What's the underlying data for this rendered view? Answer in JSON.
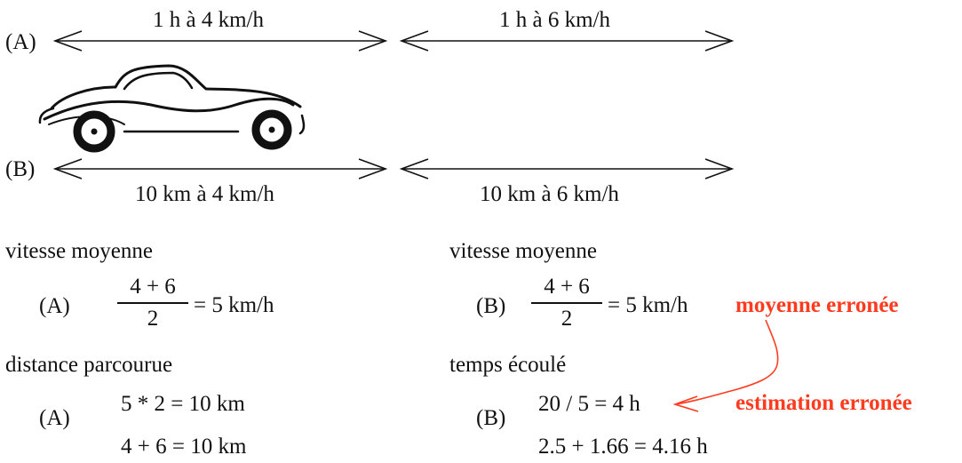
{
  "scenario_A": {
    "label": "(A)",
    "segment1": "1 h à 4 km/h",
    "segment2": "1 h à 6 km/h"
  },
  "scenario_B": {
    "label": "(B)",
    "segment1": "10 km à 4 km/h",
    "segment2": "10 km à 6 km/h"
  },
  "left_column": {
    "speed_heading": "vitesse moyenne",
    "speed_label": "(A)",
    "speed_numerator": "4 + 6",
    "speed_denominator": "2",
    "speed_result": "= 5 km/h",
    "distance_heading": "distance parcourue",
    "distance_label": "(A)",
    "distance_line1": "5 * 2 = 10 km",
    "distance_line2": "4 + 6 = 10 km"
  },
  "right_column": {
    "speed_heading": "vitesse moyenne",
    "speed_label": "(B)",
    "speed_numerator": "4 + 6",
    "speed_denominator": "2",
    "speed_result": "= 5 km/h",
    "time_heading": "temps écoulé",
    "time_label": "(B)",
    "time_line1": "20 / 5 = 4 h",
    "time_line2": "2.5 + 1.66 = 4.16 h"
  },
  "annotations": {
    "wrong_average": "moyenne erronée",
    "wrong_estimate": "estimation erronée",
    "color": "#ff3b1f"
  },
  "icons": {
    "car": "car-icon",
    "arrow": "double-arrow-icon"
  }
}
